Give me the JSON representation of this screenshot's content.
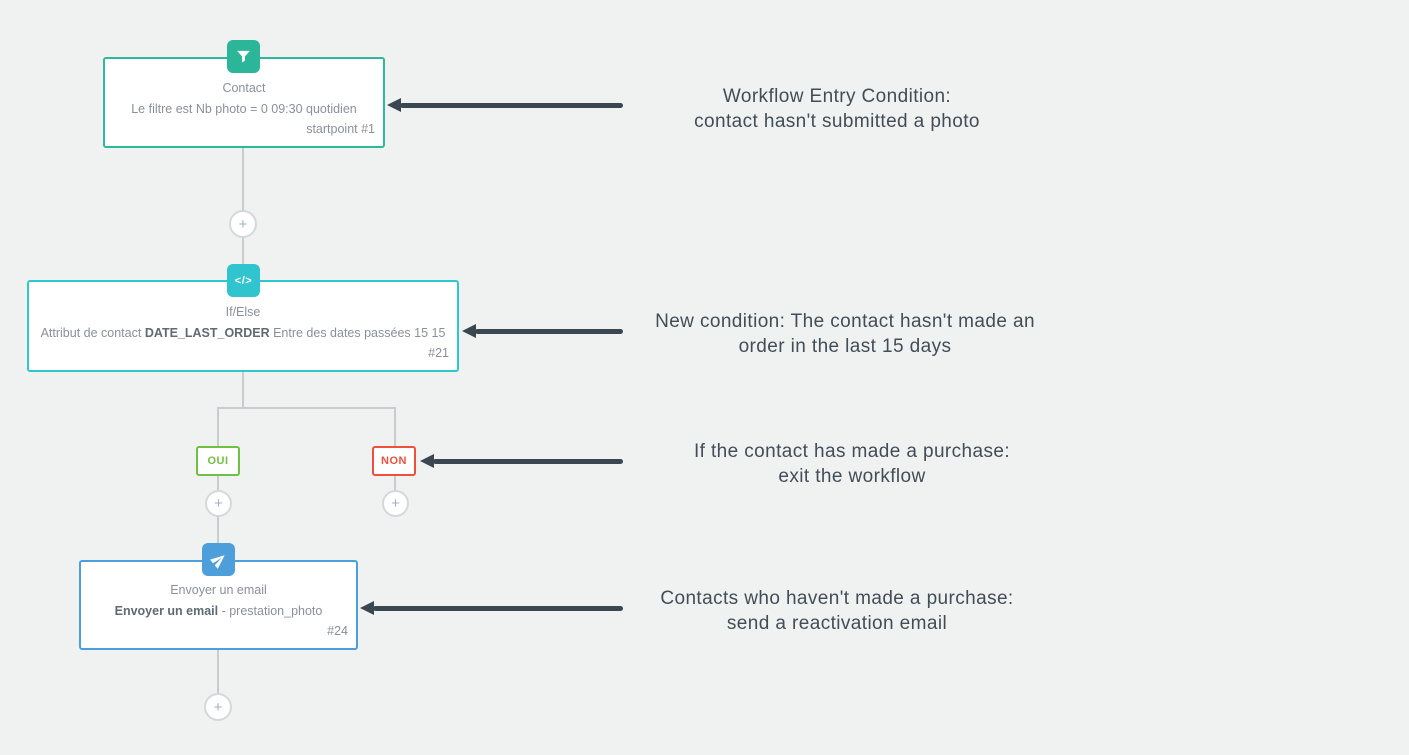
{
  "canvas": {
    "background": "#eff2f1"
  },
  "workflow": {
    "nodes": [
      {
        "id": "entry-condition",
        "icon": "filter-icon",
        "accent_color": "#2eb89c",
        "title": "Contact",
        "desc_prefix": "Le filtre est Nb photo = 0 09:30 quotidien",
        "desc_bold": "",
        "desc_suffix": "",
        "ref": "startpoint #1"
      },
      {
        "id": "if-else-condition",
        "icon": "code-icon",
        "accent_color": "#2fc6d0",
        "icon_glyph": "</>",
        "title": "If/Else",
        "desc_prefix": "Attribut de contact ",
        "desc_bold": "DATE_LAST_ORDER",
        "desc_suffix": " Entre des dates passées 15 15",
        "ref": "#21"
      },
      {
        "id": "send-email-action",
        "icon": "send-icon",
        "accent_color": "#4d9fdb",
        "title": "Envoyer un email",
        "desc_prefix": "",
        "desc_bold": "Envoyer un email",
        "desc_suffix": " - prestation_photo",
        "ref": "#24"
      }
    ],
    "branch_labels": {
      "yes": "OUI",
      "no": "NON"
    },
    "branch_colors": {
      "yes": "#70c043",
      "no": "#f0503c"
    },
    "add_button_label": "+"
  },
  "annotations": [
    {
      "line1": "Workflow Entry Condition:",
      "line2": "contact hasn't submitted a photo"
    },
    {
      "line1": "New condition: The contact hasn't made an",
      "line2": "order in the last 15 days"
    },
    {
      "line1": "If the contact has made a purchase:",
      "line2": "exit the workflow"
    },
    {
      "line1": "Contacts who haven't made a purchase:",
      "line2": "send a reactivation email"
    }
  ],
  "colors": {
    "arrow": "#3a4750",
    "annotation_text": "#434d57",
    "connector": "#c9ccce",
    "node_text": "#8a909a"
  }
}
